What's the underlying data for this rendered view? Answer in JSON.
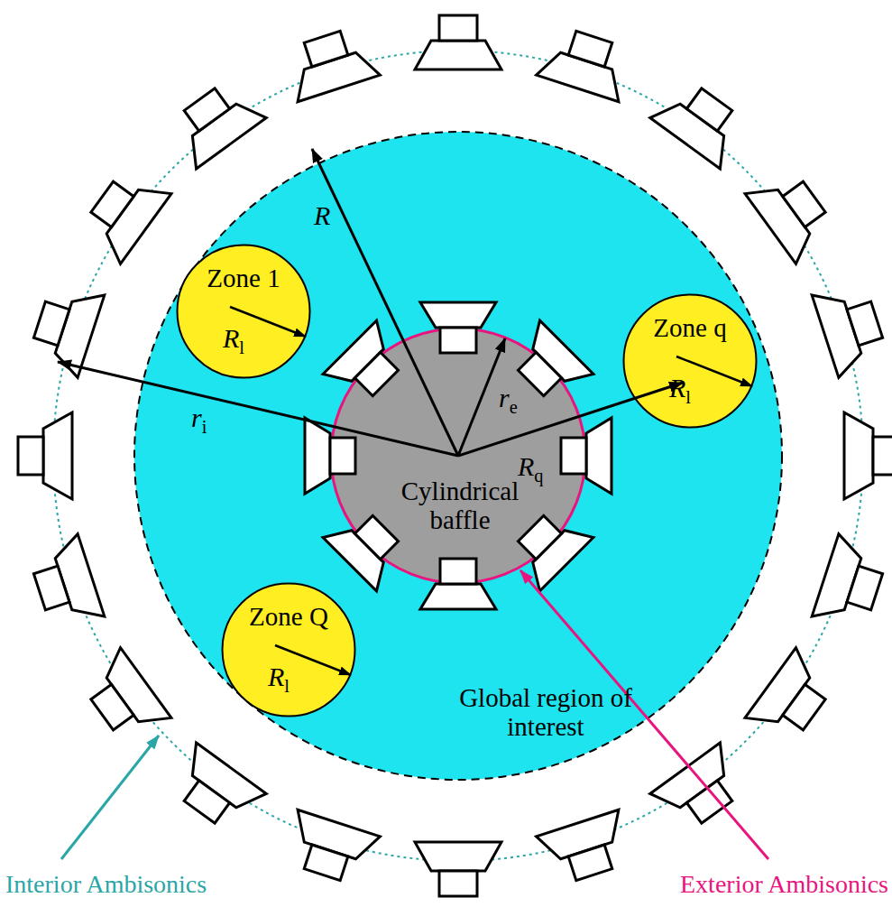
{
  "diagram": {
    "nodes": [
      {
        "text": [
          "Global region of interest"
        ]
      },
      {
        "text": [
          "Zone 1",
          "Rl"
        ],
        "in": 0
      },
      {
        "text": [
          "Zone q",
          "Rl"
        ],
        "in": 0
      },
      {
        "text": [
          "Cylindrical baffle"
        ],
        "in": 0
      },
      {
        "text": [
          "Zone Q",
          "Rl"
        ],
        "in": 0
      }
    ],
    "labels": [
      "R",
      "ri",
      "re",
      "Rq",
      "Interior Ambisonics",
      "Exterior Ambisonics"
    ]
  }
}
